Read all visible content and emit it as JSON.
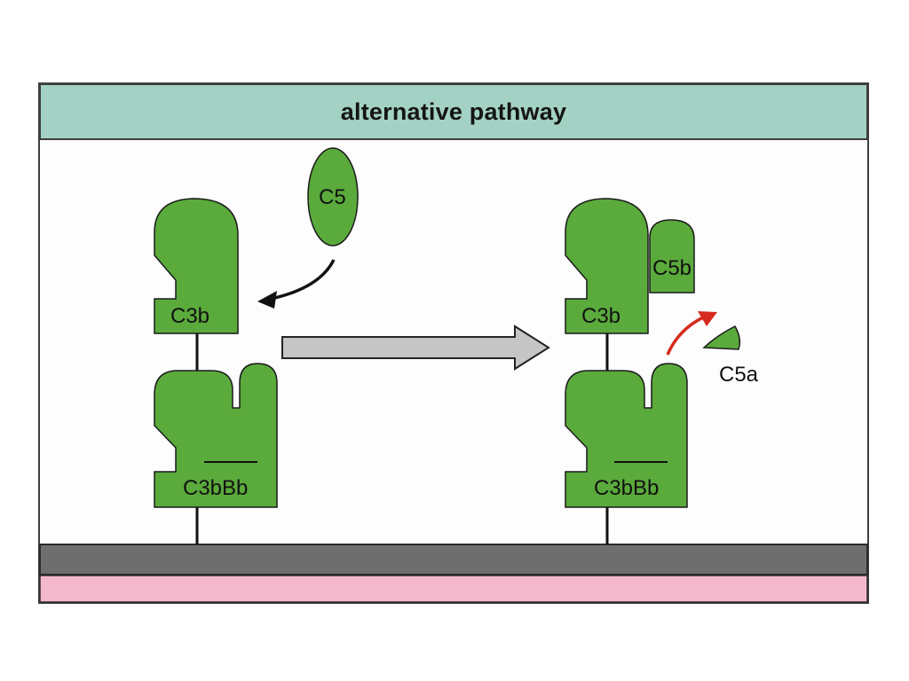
{
  "title": "alternative pathway",
  "colors": {
    "title_band": "#a3d2c5",
    "panel": "#fdfdfd",
    "protein_green": "#5aaa3c",
    "outline": "#1a1a1a",
    "membrane_gray": "#6e6e6e",
    "cytoplasm_pink": "#f4b8cc",
    "transition_arrow": "#c5c5c5",
    "release_arrow": "#d62a1e"
  },
  "left": {
    "c5_label": "C5",
    "c3b_label": "C3b",
    "c3bbb_label": "C3bBb"
  },
  "right": {
    "c5b_label": "C5b",
    "c3b_label": "C3b",
    "c5a_label": "C5a",
    "c3bbb_label": "C3bBb"
  }
}
